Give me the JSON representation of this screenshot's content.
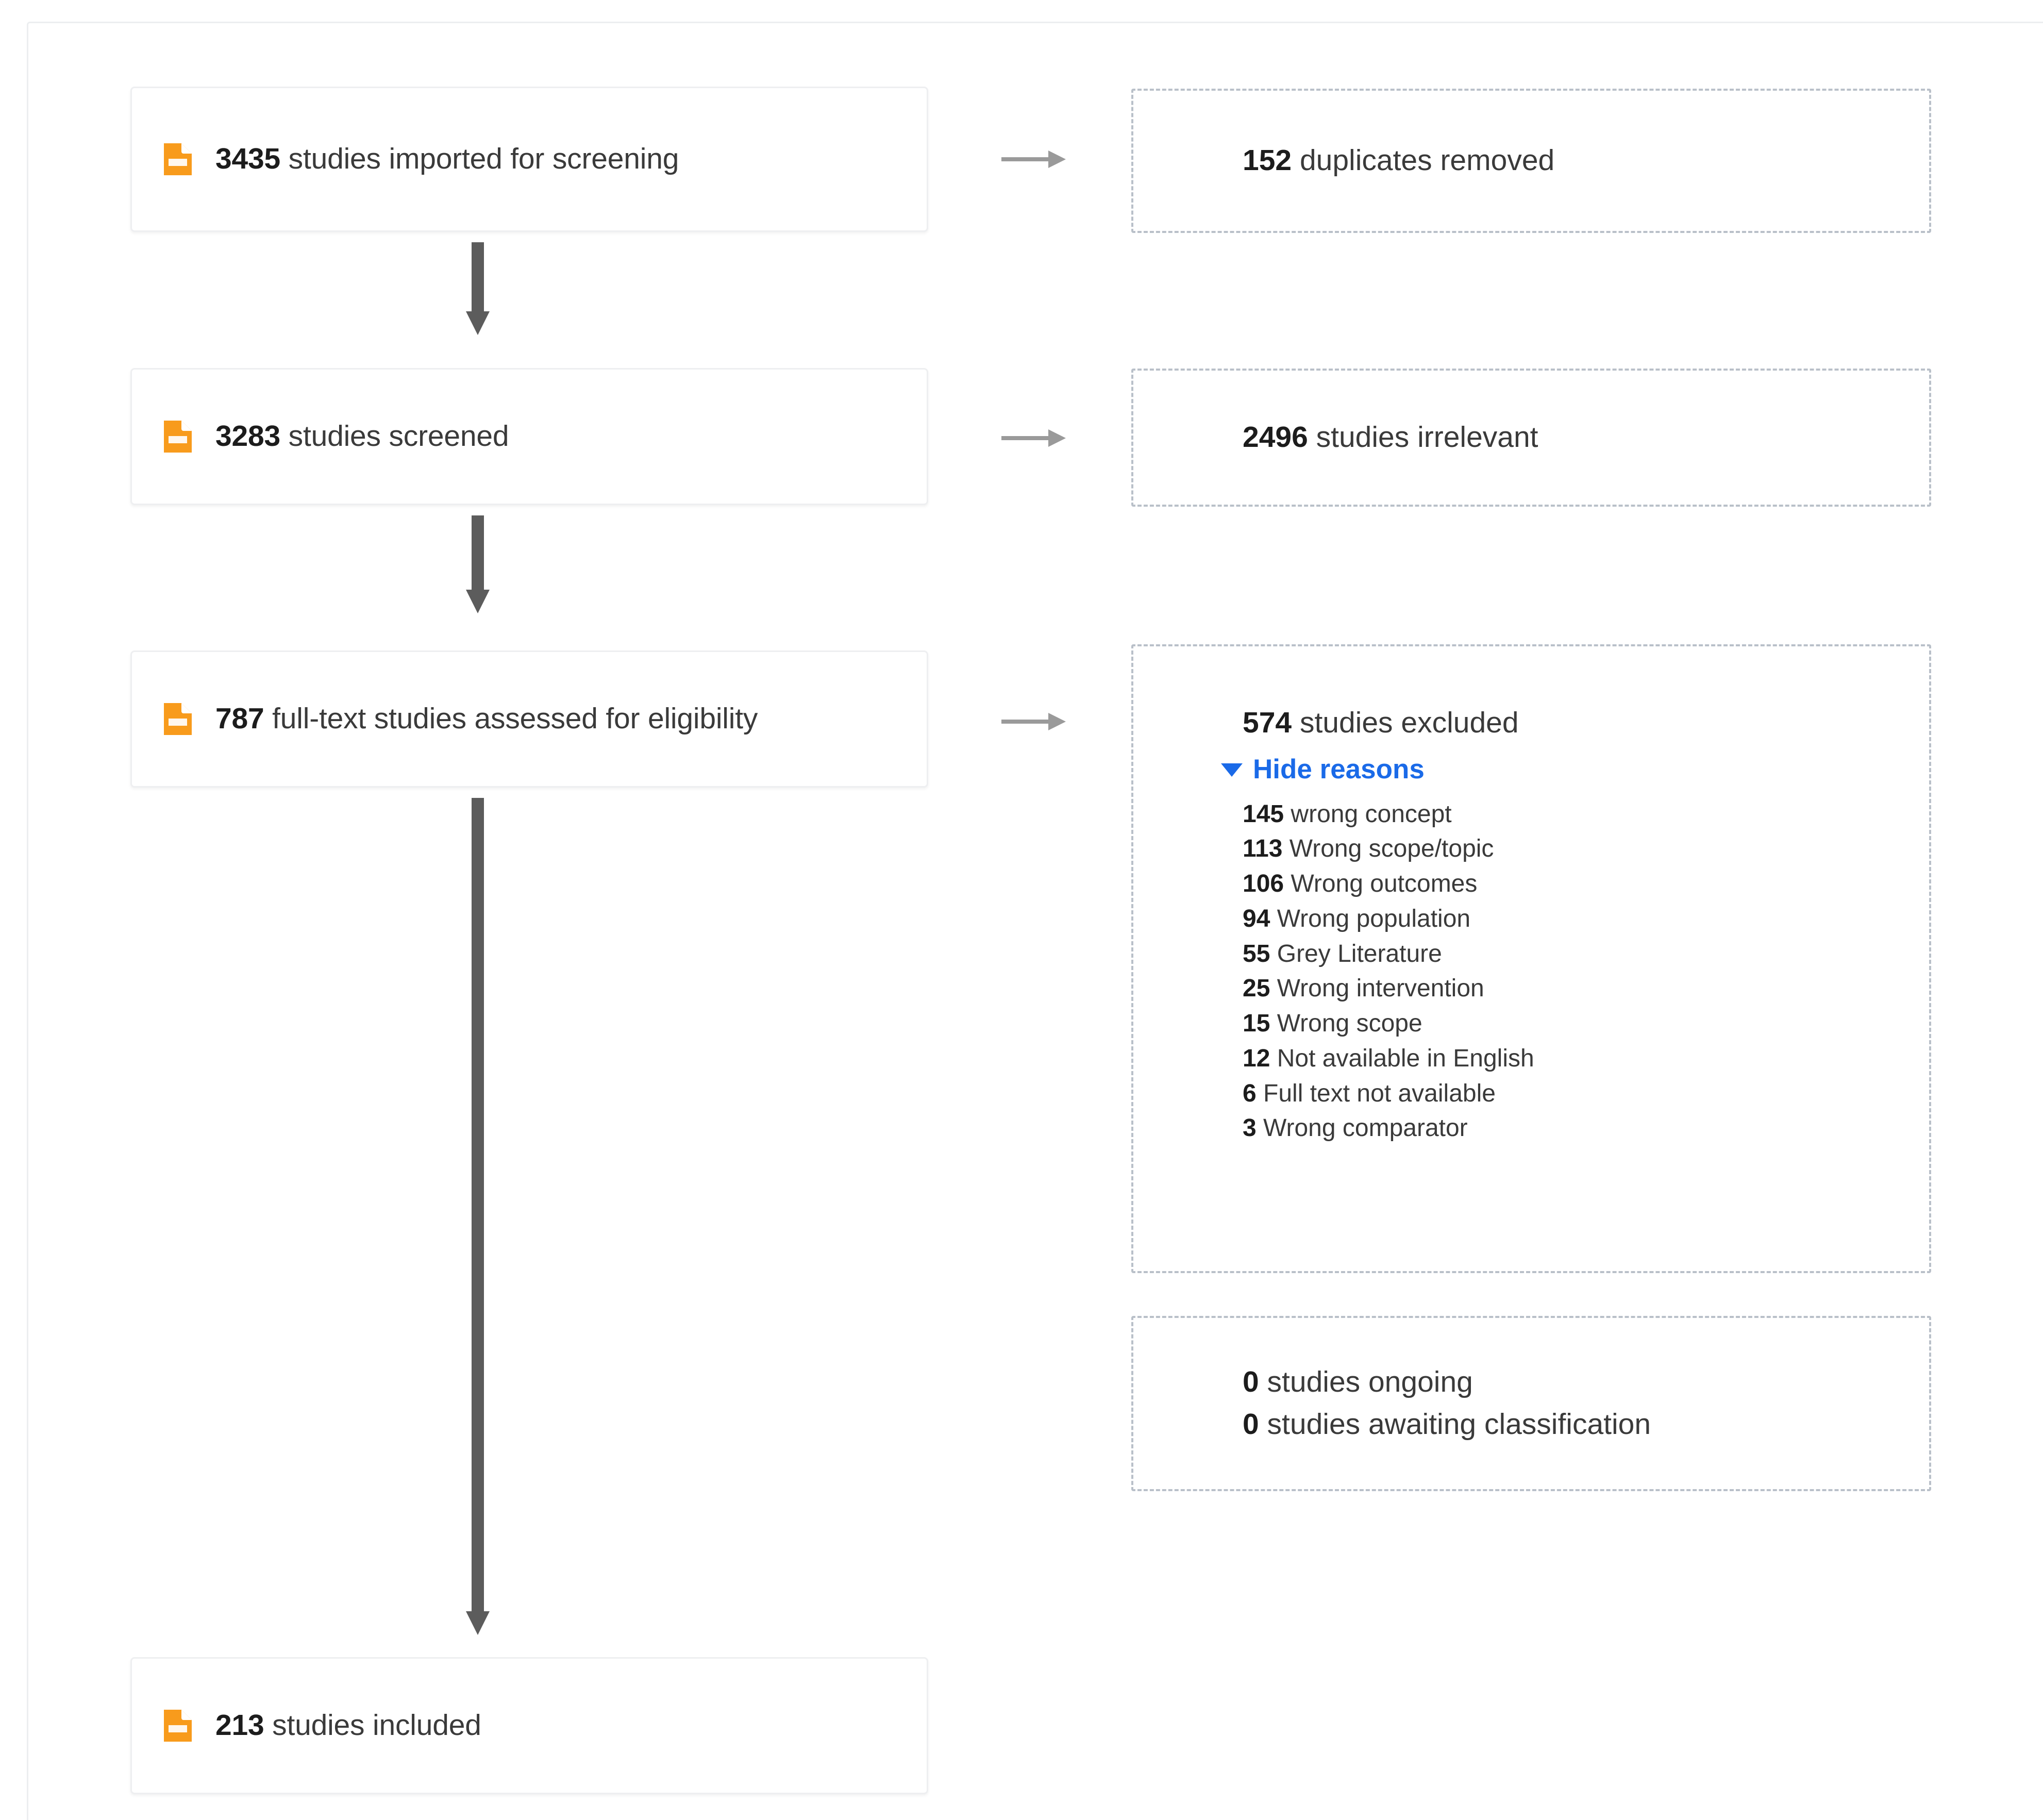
{
  "diagram": {
    "title": "PRISMA study flow",
    "accent_orange": "#F89B1C",
    "link_blue": "#1a6ae8",
    "arrow_dark": "#5c5c5c",
    "arrow_light": "#9a9a9a",
    "dashed_border": "#b9c0c9",
    "card_border": "#eeeff1"
  },
  "stages": [
    {
      "icon": "document-icon",
      "count": "3435",
      "text": " studies imported for screening"
    },
    {
      "icon": "document-icon",
      "count": "3283",
      "text": " studies screened"
    },
    {
      "icon": "document-icon",
      "count": "787",
      "text": " full-text studies assessed for eligibility"
    },
    {
      "icon": "document-icon",
      "count": "213",
      "text": " studies included"
    }
  ],
  "exclusions": {
    "duplicates": {
      "count": "152",
      "text": " duplicates removed"
    },
    "irrelevant": {
      "count": "2496",
      "text": " studies irrelevant"
    },
    "excluded": {
      "count": "574",
      "text": " studies excluded",
      "toggle_label": "Hide reasons",
      "toggle_icon": "caret-down-icon",
      "reasons": [
        {
          "count": "145",
          "label": " wrong concept"
        },
        {
          "count": "113",
          "label": " Wrong scope/topic"
        },
        {
          "count": "106",
          "label": " Wrong outcomes"
        },
        {
          "count": "94",
          "label": " Wrong population"
        },
        {
          "count": "55",
          "label": " Grey Literature"
        },
        {
          "count": "25",
          "label": " Wrong intervention"
        },
        {
          "count": "15",
          "label": " Wrong scope"
        },
        {
          "count": "12",
          "label": " Not available in English"
        },
        {
          "count": "6",
          "label": " Full text not available"
        },
        {
          "count": "3",
          "label": " Wrong comparator"
        }
      ]
    },
    "pending": {
      "lines": [
        {
          "count": "0",
          "label": " studies ongoing"
        },
        {
          "count": "0",
          "label": " studies awaiting classification"
        }
      ]
    }
  },
  "chart_data": {
    "type": "diagram",
    "title": "PRISMA study selection flow",
    "nodes": [
      {
        "id": "imported",
        "value": 3435,
        "label": "3435 studies imported for screening"
      },
      {
        "id": "duplicates",
        "value": 152,
        "label": "152 duplicates removed"
      },
      {
        "id": "screened",
        "value": 3283,
        "label": "3283 studies screened"
      },
      {
        "id": "irrelevant",
        "value": 2496,
        "label": "2496 studies irrelevant"
      },
      {
        "id": "fulltext",
        "value": 787,
        "label": "787 full-text studies assessed for eligibility"
      },
      {
        "id": "excluded",
        "value": 574,
        "label": "574 studies excluded"
      },
      {
        "id": "ongoing",
        "value": 0,
        "label": "0 studies ongoing"
      },
      {
        "id": "awaiting",
        "value": 0,
        "label": "0 studies awaiting classification"
      },
      {
        "id": "included",
        "value": 213,
        "label": "213 studies included"
      }
    ],
    "exclusion_reasons": {
      "categories": [
        "wrong concept",
        "Wrong scope/topic",
        "Wrong outcomes",
        "Wrong population",
        "Grey Literature",
        "Wrong intervention",
        "Wrong scope",
        "Not available in English",
        "Full text not available",
        "Wrong comparator"
      ],
      "values": [
        145,
        113,
        106,
        94,
        55,
        25,
        15,
        12,
        6,
        3
      ]
    },
    "edges": [
      {
        "from": "imported",
        "to": "duplicates"
      },
      {
        "from": "imported",
        "to": "screened"
      },
      {
        "from": "screened",
        "to": "irrelevant"
      },
      {
        "from": "screened",
        "to": "fulltext"
      },
      {
        "from": "fulltext",
        "to": "excluded"
      },
      {
        "from": "fulltext",
        "to": "included"
      }
    ]
  }
}
